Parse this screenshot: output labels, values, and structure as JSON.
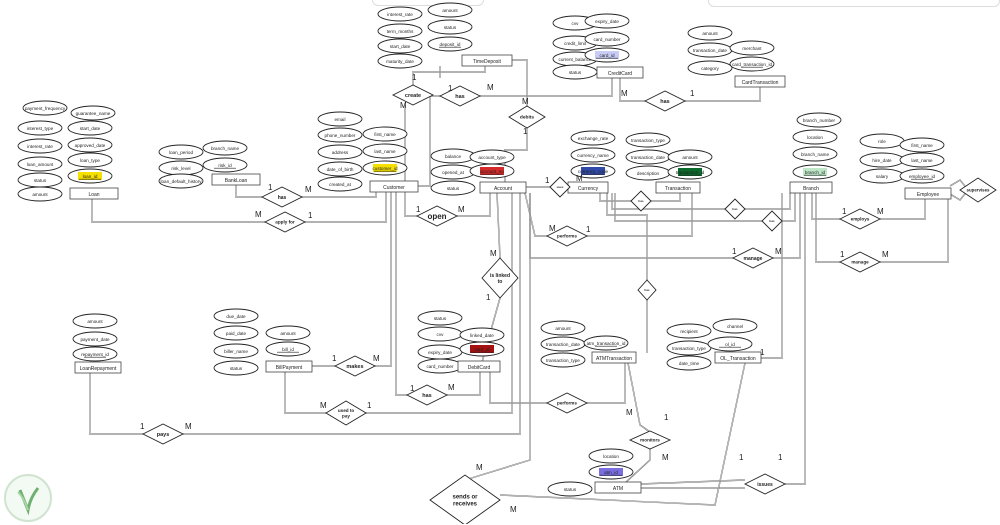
{
  "entities": [
    {
      "name": "Loan"
    },
    {
      "name": "BankLoan"
    },
    {
      "name": "Customer"
    },
    {
      "name": "TimeDeposit"
    },
    {
      "name": "CreditCard"
    },
    {
      "name": "CardTransaction"
    },
    {
      "name": "Account"
    },
    {
      "name": "Currency"
    },
    {
      "name": "Transaction"
    },
    {
      "name": "Branch"
    },
    {
      "name": "Employee"
    },
    {
      "name": "LoanRepayment"
    },
    {
      "name": "BillPayment"
    },
    {
      "name": "DebitCard"
    },
    {
      "name": "ATMTransaction"
    },
    {
      "name": "OL_Transaction"
    },
    {
      "name": "ATM"
    }
  ],
  "attributes": [
    {
      "label": "payment_frequency"
    },
    {
      "label": "guarantee_name"
    },
    {
      "label": "interest_type"
    },
    {
      "label": "start_date"
    },
    {
      "label": "interest_rate"
    },
    {
      "label": "approved_date"
    },
    {
      "label": "loan_amount"
    },
    {
      "label": "loan_type"
    },
    {
      "label": "status"
    },
    {
      "label": "loan_id",
      "key": true,
      "highlight": "#f5e000"
    },
    {
      "label": "amount"
    },
    {
      "label": "loan_period"
    },
    {
      "label": "branch_name"
    },
    {
      "label": "risk_level"
    },
    {
      "label": "risk_id",
      "key": true
    },
    {
      "label": "loan_default_history"
    },
    {
      "label": "email"
    },
    {
      "label": "phone_number"
    },
    {
      "label": "address"
    },
    {
      "label": "date_of_birth"
    },
    {
      "label": "created_at"
    },
    {
      "label": "first_name"
    },
    {
      "label": "last_name"
    },
    {
      "label": "customer_id",
      "key": true,
      "highlight": "#f5e000"
    },
    {
      "label": "interest_rate"
    },
    {
      "label": "term_months"
    },
    {
      "label": "start_date"
    },
    {
      "label": "maturity_date"
    },
    {
      "label": "amount"
    },
    {
      "label": "status"
    },
    {
      "label": "deposit_id",
      "key": true
    },
    {
      "label": "cvv"
    },
    {
      "label": "credit_limit"
    },
    {
      "label": "current_balance"
    },
    {
      "label": "status"
    },
    {
      "label": "expiry_date"
    },
    {
      "label": "card_number"
    },
    {
      "label": "card_id",
      "key": true,
      "highlight": "#c9cdf5"
    },
    {
      "label": "amount"
    },
    {
      "label": "transaction_date"
    },
    {
      "label": "category"
    },
    {
      "label": "merchant"
    },
    {
      "label": "card_transaction_id",
      "key": true
    },
    {
      "label": "balance"
    },
    {
      "label": "opened_at"
    },
    {
      "label": "status"
    },
    {
      "label": "account_type"
    },
    {
      "label": "account_no",
      "key": true,
      "highlight": "#d42a2a"
    },
    {
      "label": "exchange_rate"
    },
    {
      "label": "currency_name"
    },
    {
      "label": "currency_code",
      "key": true,
      "highlight": "#2f4aa8"
    },
    {
      "label": "transaction_type"
    },
    {
      "label": "transaction_date"
    },
    {
      "label": "description"
    },
    {
      "label": "amount"
    },
    {
      "label": "transaction_id",
      "key": true,
      "highlight": "#0b6a2c"
    },
    {
      "label": "branch_number"
    },
    {
      "label": "location"
    },
    {
      "label": "branch_name"
    },
    {
      "label": "branch_id",
      "key": true,
      "highlight": "#bfe8c8"
    },
    {
      "label": "role"
    },
    {
      "label": "hire_date"
    },
    {
      "label": "salary"
    },
    {
      "label": "first_name"
    },
    {
      "label": "last_name"
    },
    {
      "label": "employee_id",
      "key": true
    },
    {
      "label": "amount"
    },
    {
      "label": "payment_date"
    },
    {
      "label": "repayment_id",
      "key": true
    },
    {
      "label": "due_date"
    },
    {
      "label": "paid_date"
    },
    {
      "label": "biller_name"
    },
    {
      "label": "status"
    },
    {
      "label": "amount"
    },
    {
      "label": "bill_id",
      "key": true
    },
    {
      "label": "status"
    },
    {
      "label": "cvv"
    },
    {
      "label": "expiry_date"
    },
    {
      "label": "card_number"
    },
    {
      "label": "linked_date"
    },
    {
      "label": "card_id",
      "key": true,
      "highlight": "#a51010"
    },
    {
      "label": "amount"
    },
    {
      "label": "transaction_date"
    },
    {
      "label": "transaction_type"
    },
    {
      "label": "atm_transaction_id",
      "key": true
    },
    {
      "label": "recipient"
    },
    {
      "label": "transaction_type"
    },
    {
      "label": "date_time"
    },
    {
      "label": "channel"
    },
    {
      "label": "ol_id",
      "key": true
    },
    {
      "label": "location"
    },
    {
      "label": "atm_id",
      "key": true,
      "highlight": "#7b6fe0"
    },
    {
      "label": "status"
    }
  ],
  "relationships": [
    {
      "label": "create"
    },
    {
      "label": "has"
    },
    {
      "label": "debits"
    },
    {
      "label": "has"
    },
    {
      "label": "has"
    },
    {
      "label": "apply for"
    },
    {
      "label": "open"
    },
    {
      "label": "is linked to"
    },
    {
      "label": "has"
    },
    {
      "label": "makes"
    },
    {
      "label": "used to pay"
    },
    {
      "label": "pays"
    },
    {
      "label": "performs"
    },
    {
      "label": "manage"
    },
    {
      "label": "employs"
    },
    {
      "label": "manage"
    },
    {
      "label": "performs"
    },
    {
      "label": "monitors"
    },
    {
      "label": "issues"
    },
    {
      "label": "sends or receives"
    },
    {
      "label": "supervises"
    },
    {
      "label": "uses"
    },
    {
      "label": "has"
    },
    {
      "label": "has"
    },
    {
      "label": "has"
    },
    {
      "label": "has"
    }
  ],
  "cardinalities": [
    "M",
    "1",
    "1",
    "M",
    "M",
    "1",
    "1",
    "M",
    "M",
    "1",
    "M",
    "1",
    "1",
    "M",
    "M",
    "1",
    "1",
    "M",
    "M",
    "1",
    "M",
    "1",
    "1",
    "M",
    "1",
    "M",
    "M",
    "1",
    "1",
    "M",
    "1",
    "M",
    "1",
    "M",
    "M",
    "1",
    "M",
    "1",
    "1",
    "M",
    "M",
    "1"
  ]
}
